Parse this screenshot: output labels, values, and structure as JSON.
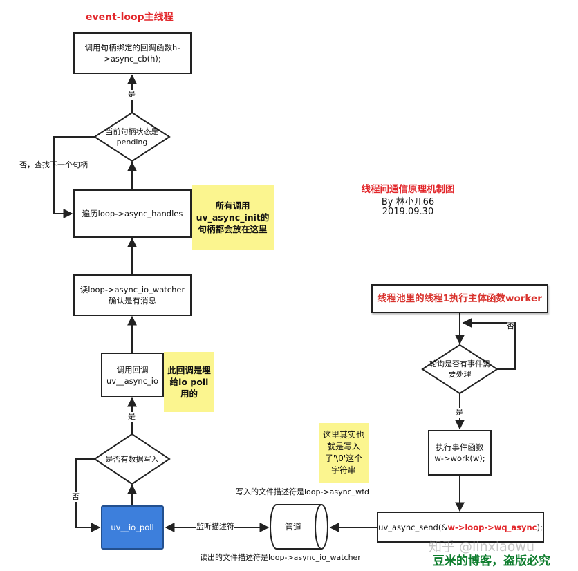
{
  "title": "event-loop主线程",
  "diagram_title": "线程间通信原理机制图",
  "author": "By 林小兀66",
  "date": "2019.09.30",
  "nodes": {
    "callback": "调用句柄绑定的回调函数h->async_cb(h);",
    "pending_check": "当前句柄状态是pending",
    "traverse": "遍历loop->async_handles",
    "read_watcher": "读loop->async_io_watcher确认是有消息",
    "call_async_io": "调用回调uv__async_io",
    "data_written": "是否有数据写入",
    "io_poll": "uv__io_poll",
    "pipe": "管道",
    "worker_title": "线程池里的线程1执行主体函数worker",
    "poll_event": "轮询是否有事件需要处理",
    "exec_work": "执行事件函数w->work(w);",
    "async_send_prefix": "uv_async_send(&",
    "async_send_arg": "w->loop->wq_async",
    "async_send_suffix": ");"
  },
  "notes": {
    "async_init": "所有调用uv_async_init的句柄都会放在这里",
    "io_poll_cb": "此回调是埋给io poll用的",
    "wrote_zero": "这里其实也就是写入了'\\0'这个字符串"
  },
  "edge_labels": {
    "yes_top": "是",
    "no_next": "否，查找下一个句柄",
    "yes_mid": "是",
    "no_left": "否",
    "listen": "监听描述符",
    "write_fd": "写入的文件描述符是loop->async_wfd",
    "read_fd": "读出的文件描述符是loop->async_io_watcher",
    "no_right": "否",
    "yes_right": "是"
  },
  "watermark": {
    "zhihu": "知乎 @linxiaowu",
    "blog": "豆米的博客，盗版必究"
  },
  "colors": {
    "accent_red": "#e2262a",
    "io_poll_fill": "#3d7fdc",
    "note_fill": "#fbf58f",
    "watermark_green": "#0e7d2d"
  }
}
